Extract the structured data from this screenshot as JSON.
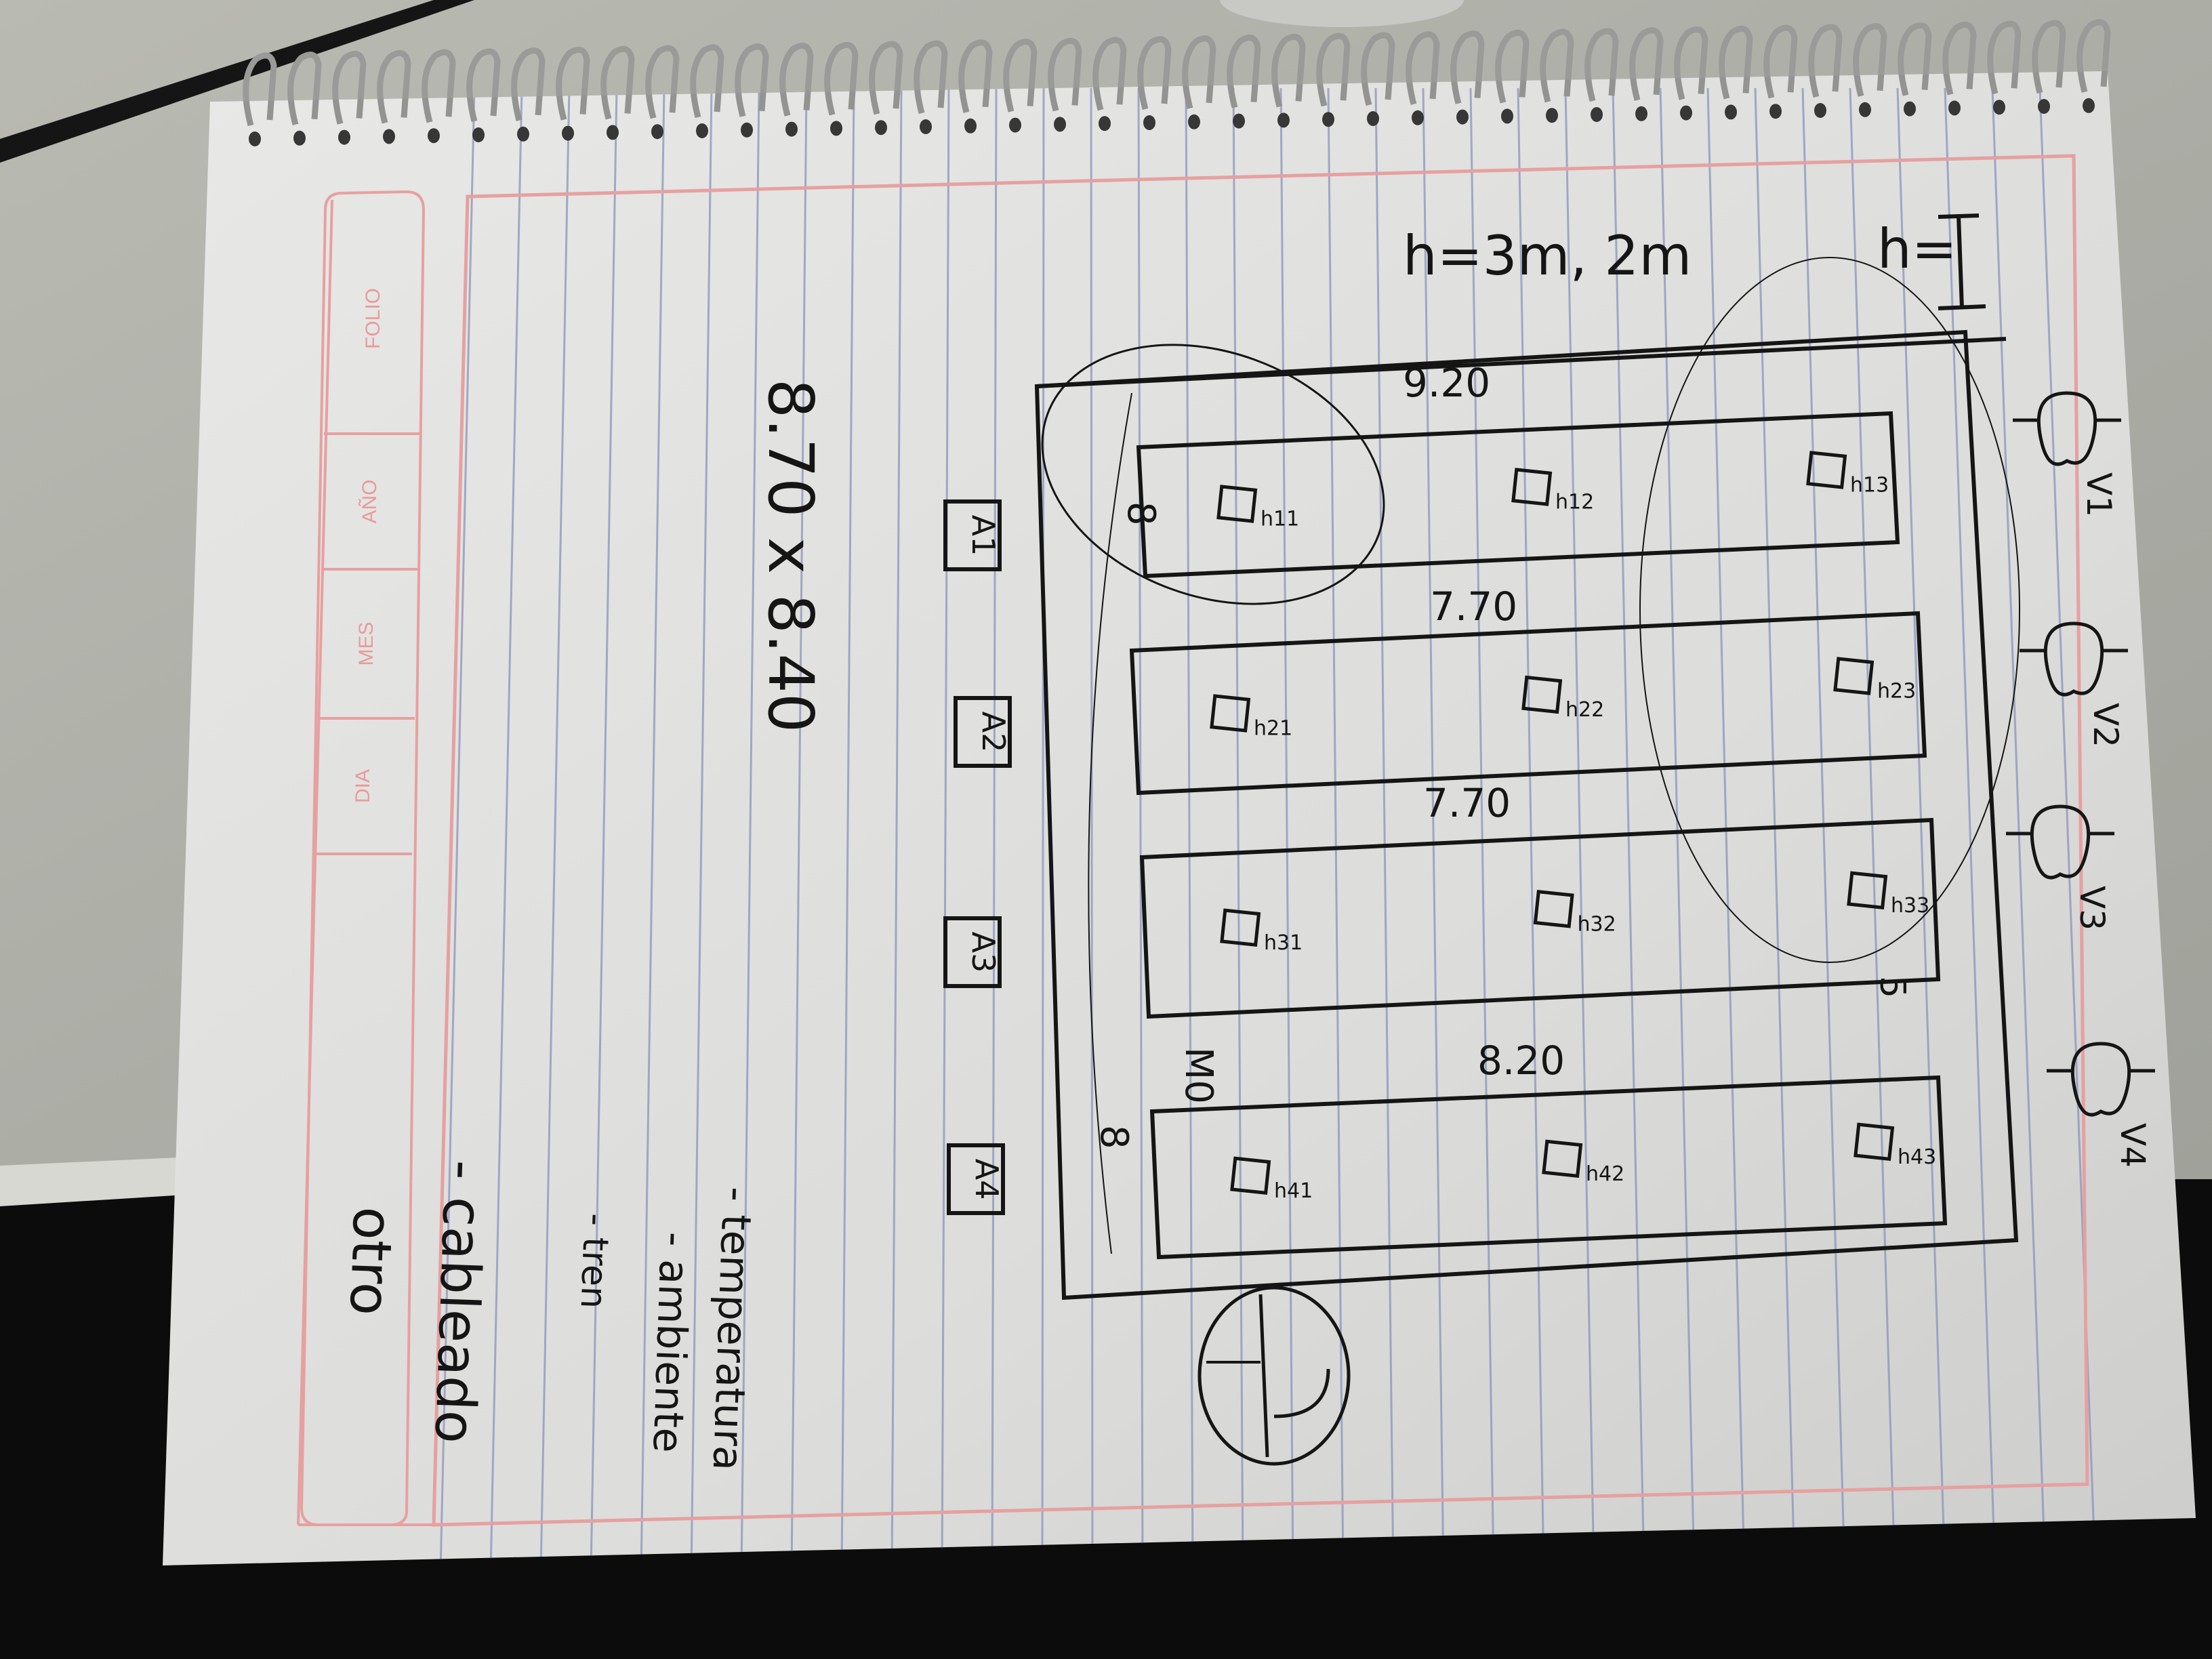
{
  "notebook": {
    "header_box": {
      "folio": "FOLIO",
      "ano": "AÑO",
      "mes": "MES",
      "dia": "DIA"
    }
  },
  "notes": {
    "dimensions": "8.70 x 8.40",
    "heights": "h=3m, 2m",
    "h_label": "h=",
    "list_items": [
      "- temperatura",
      "- ambiente",
      "- tren"
    ],
    "cableado": "- cableado",
    "otro": "otro"
  },
  "plan": {
    "outer_top_dim": "9.20",
    "side_dims": [
      "8",
      "8"
    ],
    "mid_label": "M0",
    "rows": [
      {
        "dim": "9.20",
        "units": [
          "h11",
          "h12",
          "h13"
        ]
      },
      {
        "dim": "7.70",
        "units": [
          "h21",
          "h22",
          "h23"
        ]
      },
      {
        "dim": "7.70",
        "units": [
          "h31",
          "h32",
          "h33"
        ]
      },
      {
        "dim": "8.20",
        "units": [
          "h41",
          "h42",
          "h43"
        ]
      }
    ],
    "a_labels": [
      "A1",
      "A2",
      "A3",
      "A4"
    ],
    "v_labels": [
      "V1",
      "V2",
      "V3",
      "V4"
    ],
    "side_mark": "5"
  },
  "colors": {
    "paper": "#ececec",
    "rule_line": "#8f9ac2",
    "margin_red": "#f0a7a7",
    "ink": "#161616"
  }
}
